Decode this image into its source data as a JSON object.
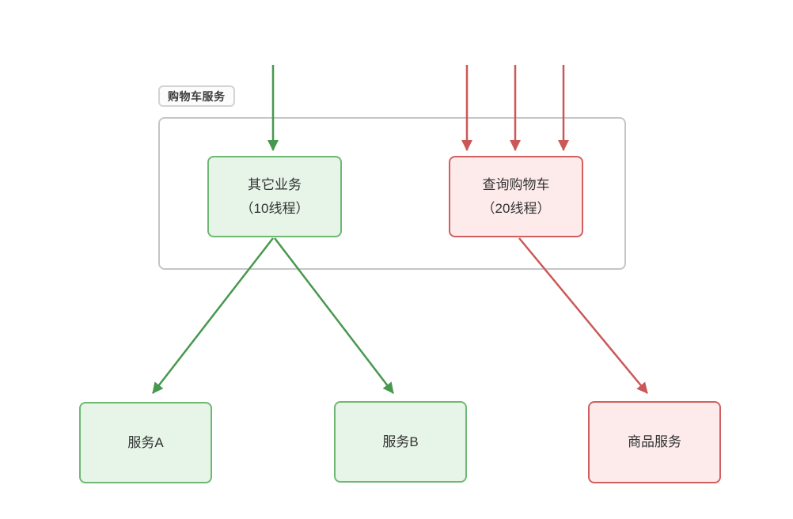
{
  "diagram": {
    "title": "shopping-cart-service-thread-isolation-diagram",
    "background": "#ffffff",
    "group": {
      "label": "购物车服务"
    },
    "nodes": {
      "other_business": {
        "line1": "其它业务",
        "line2": "（10线程）",
        "variant": "green"
      },
      "query_cart": {
        "line1": "查询购物车",
        "line2": "（20线程）",
        "variant": "red"
      },
      "service_a": {
        "label": "服务A",
        "variant": "green"
      },
      "service_b": {
        "label": "服务B",
        "variant": "green"
      },
      "product_service": {
        "label": "商品服务",
        "variant": "red"
      }
    },
    "edges": [
      {
        "from": "external-traffic",
        "to": "other_business",
        "color": "green",
        "arrow_count": 1
      },
      {
        "from": "external-traffic",
        "to": "query_cart",
        "color": "red",
        "arrow_count": 3
      },
      {
        "from": "other_business",
        "to": "service_a",
        "color": "green",
        "arrow_count": 1
      },
      {
        "from": "other_business",
        "to": "service_b",
        "color": "green",
        "arrow_count": 1
      },
      {
        "from": "query_cart",
        "to": "product_service",
        "color": "red",
        "arrow_count": 1
      }
    ],
    "colors": {
      "green_node_border": "#6eb873",
      "green_node_fill": "#e7f5e8",
      "green_arrow": "#47984f",
      "red_node_border": "#d25f5f",
      "red_node_fill": "#fdebeb",
      "red_arrow": "#cb5858",
      "group_border": "#c3c5c9",
      "label_border": "#d3d3d3",
      "label_background": "#fcfcfc",
      "text": "#333333"
    }
  }
}
